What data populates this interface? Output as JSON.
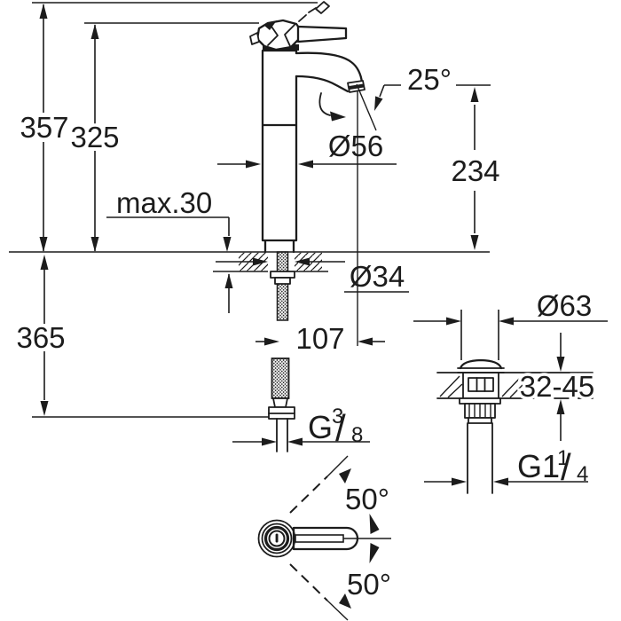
{
  "colors": {
    "ink": "#1c1c1c",
    "bg": "#ffffff"
  },
  "labels": {
    "dim_357": "357",
    "dim_325": "325",
    "dim_max30": "max.30",
    "dim_o56": "Ø56",
    "dim_25": "25°",
    "dim_234": "234",
    "dim_o34": "Ø34",
    "dim_107": "107",
    "dim_365": "365",
    "g38": {
      "g": "G",
      "num": "3",
      "slash": "/",
      "den": "8"
    },
    "dim_o63": "Ø63",
    "dim_3245": "32-45",
    "g114": {
      "g": "G1",
      "num": "1",
      "slash": "/",
      "den": "4"
    },
    "dim_50_up": "50°",
    "dim_50_down": "50°"
  }
}
